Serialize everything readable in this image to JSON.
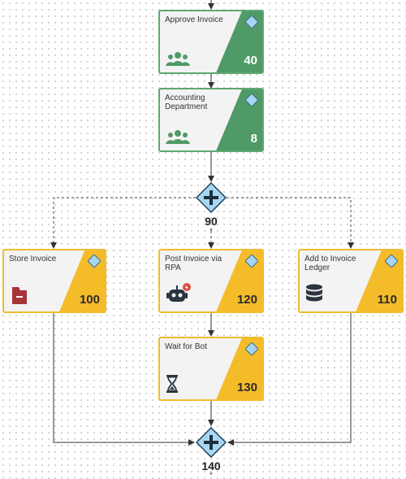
{
  "colors": {
    "green": "#4f9a67",
    "yellow": "#f5bc2a",
    "diamond": "#a8d6f2",
    "gateway_fill": "#a8d6f2"
  },
  "nodes": {
    "approve_invoice": {
      "label": "Approve Invoice",
      "number": "40",
      "icon": "users-icon"
    },
    "accounting": {
      "label": "Accounting Department",
      "number": "8",
      "icon": "users-icon"
    },
    "store_invoice": {
      "label": "Store Invoice",
      "number": "100",
      "icon": "archive-icon"
    },
    "post_invoice": {
      "label": "Post Invoice via RPA",
      "number": "120",
      "icon": "robot-icon"
    },
    "add_ledger": {
      "label": "Add to Invoice Ledger",
      "number": "110",
      "icon": "database-icon"
    },
    "wait_bot": {
      "label": "Wait for Bot",
      "number": "130",
      "icon": "hourglass-icon"
    }
  },
  "gateways": {
    "split": {
      "number": "90",
      "mark": "*",
      "icon": "parallel-plus-icon"
    },
    "join": {
      "number": "140",
      "mark": "*",
      "icon": "parallel-plus-icon"
    }
  }
}
